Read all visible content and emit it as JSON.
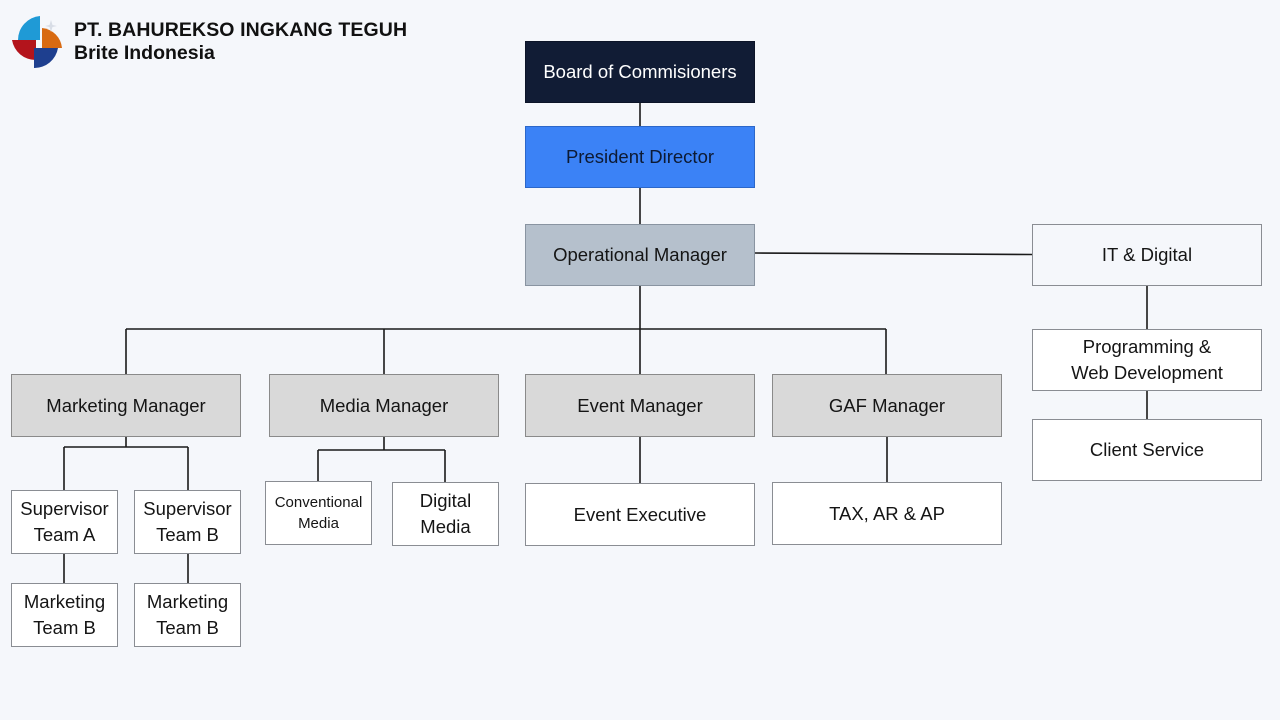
{
  "header": {
    "company_name": "PT. BAHUREKSO INGKANG TEGUH",
    "brand_name": "Brite Indonesia",
    "logo_icon": "brite-indonesia-logo-icon"
  },
  "colors": {
    "background": "#f5f7fb",
    "board": "#111c35",
    "president": "#3b82f6",
    "operational": "#b5c0cc",
    "manager": "#d9d9d9",
    "staff": "#ffffff",
    "connector": "#1a1a1a"
  },
  "org_chart": {
    "board": {
      "label": "Board of Commisioners"
    },
    "president": {
      "label": "President Director"
    },
    "operational": {
      "label": "Operational Manager"
    },
    "it_digital": {
      "label": "IT & Digital",
      "children": [
        {
          "line1": "Programming &",
          "line2": "Web Development"
        },
        {
          "label": "Client Service"
        }
      ]
    },
    "managers": [
      {
        "label": "Marketing Manager",
        "children": [
          {
            "line1": "Supervisor",
            "line2": "Team A",
            "child": {
              "line1": "Marketing",
              "line2": "Team B"
            }
          },
          {
            "line1": "Supervisor",
            "line2": "Team B",
            "child": {
              "line1": "Marketing",
              "line2": "Team B"
            }
          }
        ]
      },
      {
        "label": "Media Manager",
        "children": [
          {
            "line1": "Conventional",
            "line2": "Media"
          },
          {
            "line1": "Digital",
            "line2": "Media"
          }
        ]
      },
      {
        "label": "Event Manager",
        "children": [
          {
            "label": "Event Executive"
          }
        ]
      },
      {
        "label": "GAF Manager",
        "children": [
          {
            "label": "TAX, AR & AP"
          }
        ]
      }
    ]
  }
}
